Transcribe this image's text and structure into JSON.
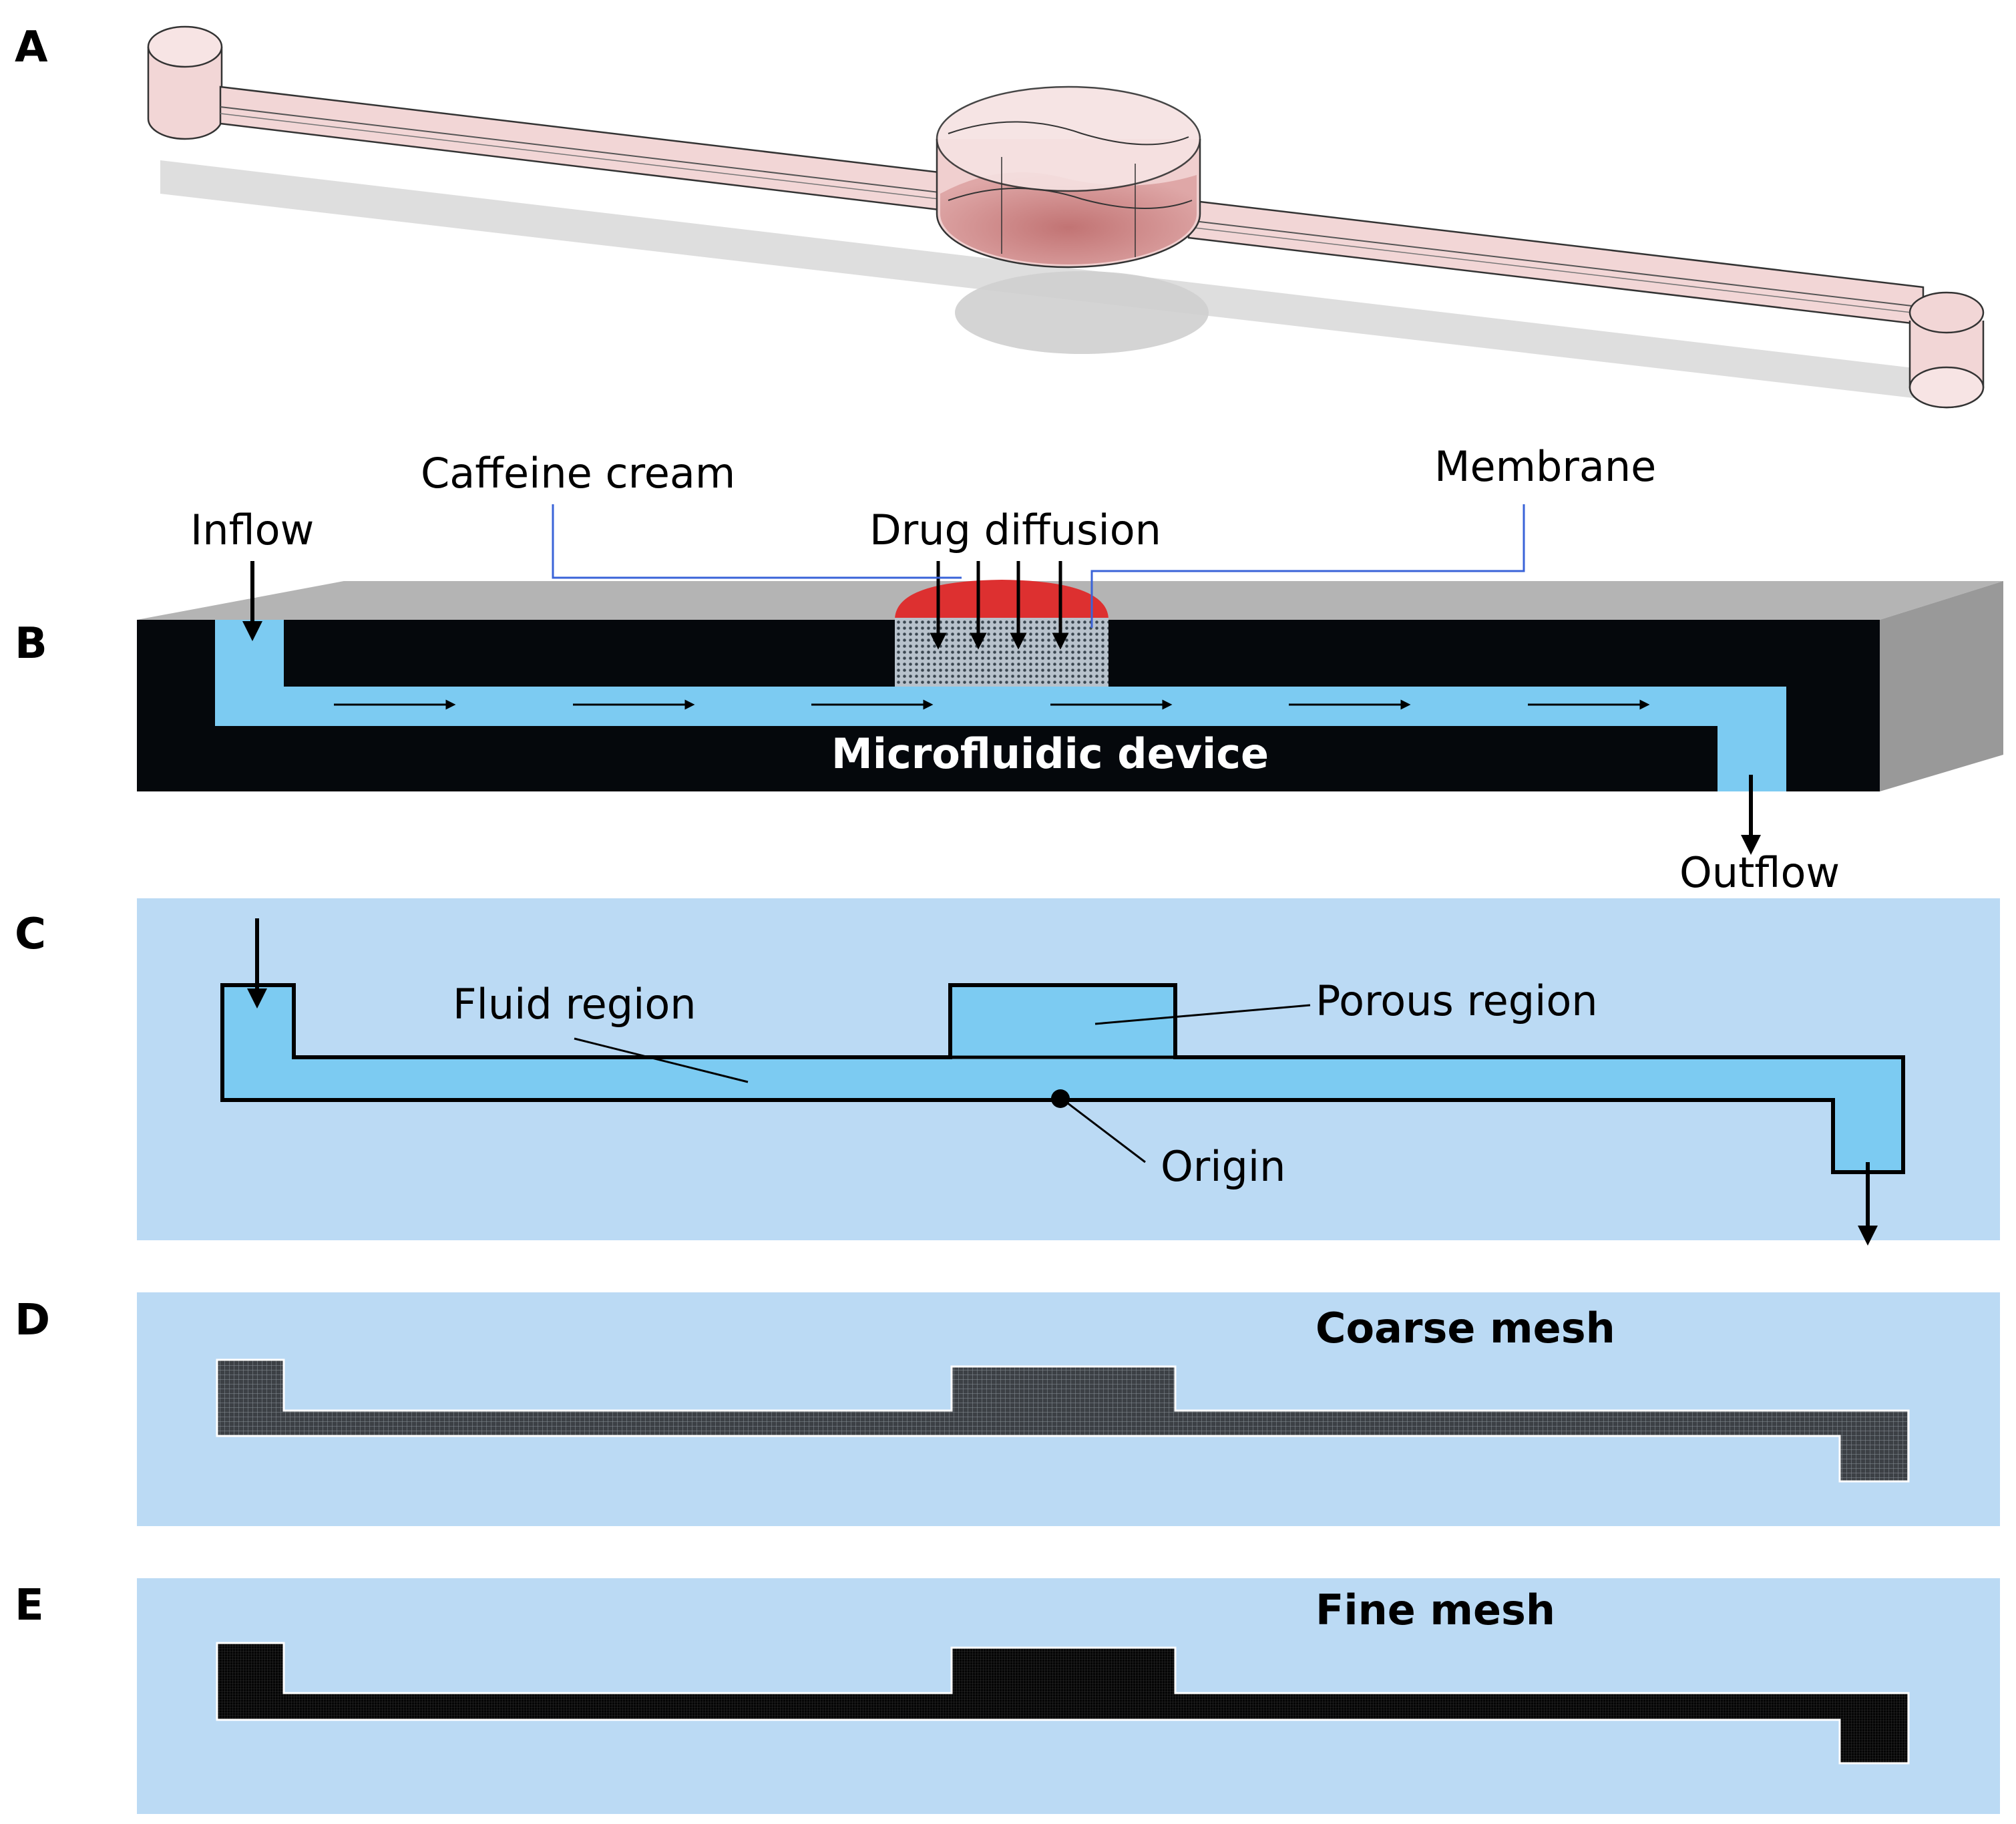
{
  "panels": {
    "a": {
      "letter": "A"
    },
    "b": {
      "letter": "B",
      "inflow": "Inflow",
      "caffeine_cream": "Caffeine cream",
      "drug_diffusion": "Drug diffusion",
      "membrane": "Membrane",
      "device": "Microfluidic device",
      "outflow": "Outflow"
    },
    "c": {
      "letter": "C",
      "fluid_region": "Fluid region",
      "porous_region": "Porous region",
      "origin": "Origin"
    },
    "d": {
      "letter": "D",
      "title": "Coarse mesh"
    },
    "e": {
      "letter": "E",
      "title": "Fine mesh"
    }
  },
  "colors": {
    "fluid": "#7ccbf2",
    "panel_bg": "#bbdaf4",
    "device_body": "#05080c",
    "device_top": "#b4b4b4",
    "device_side": "#999999",
    "cream": "#dd3030",
    "leader": "#3a63d8",
    "channel_3d": "#f2d6d6",
    "channel_3d_dark": "#bb6868"
  }
}
